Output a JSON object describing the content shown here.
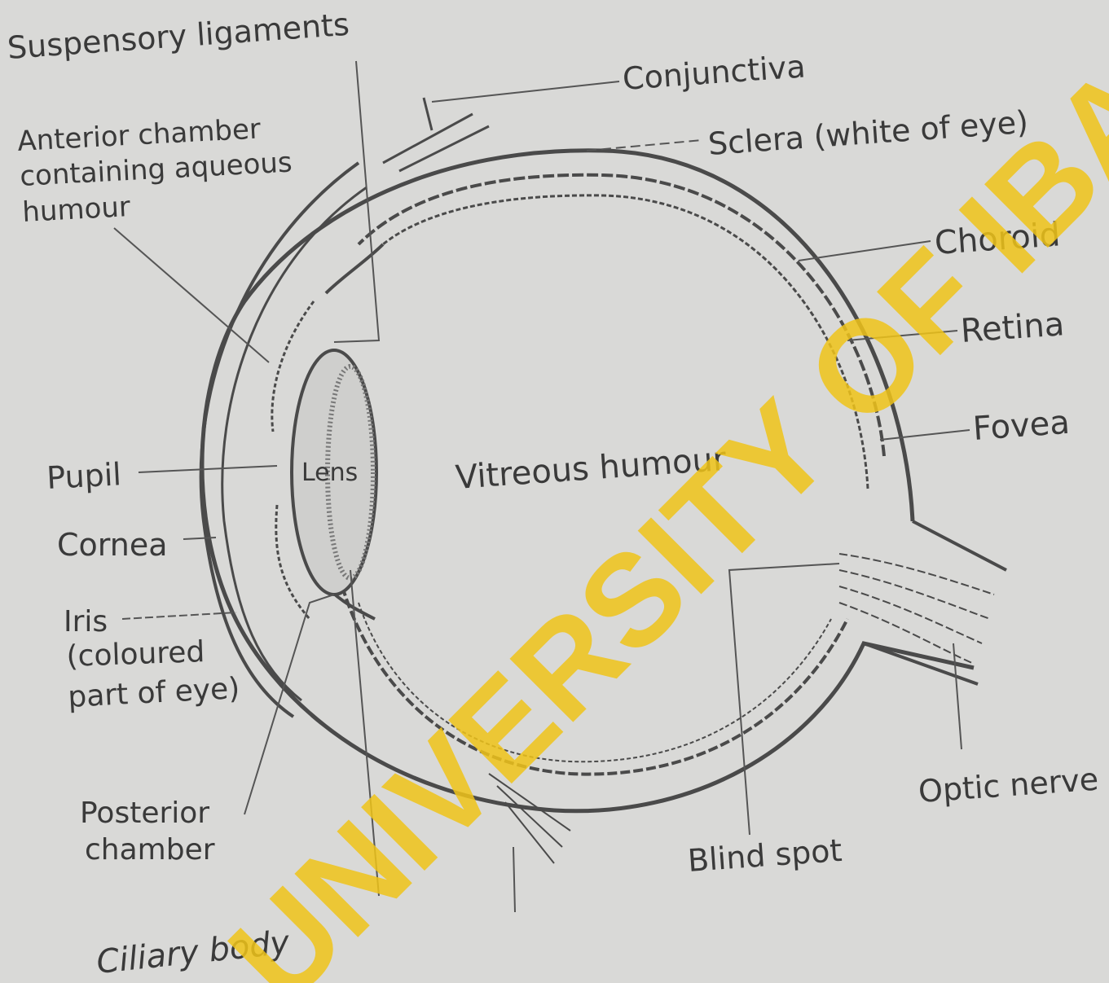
{
  "labels": {
    "suspensory_ligaments": "Suspensory ligaments",
    "conjunctiva": "Conjunctiva",
    "sclera": "Sclera (white of eye)",
    "anterior_chamber_l1": "Anterior chamber",
    "anterior_chamber_l2": "containing aqueous",
    "anterior_chamber_l3": "humour",
    "choroid": "Choroid",
    "retina": "Retina",
    "fovea": "Fovea",
    "pupil": "Pupil",
    "lens": "Lens",
    "vitreous": "Vitreous humour",
    "cornea": "Cornea",
    "iris_l1": "Iris",
    "iris_l2": "(coloured",
    "iris_l3": "part of eye)",
    "posterior_l1": "Posterior",
    "posterior_l2": "chamber",
    "blind_spot": "Blind spot",
    "optic_nerve": "Optic nerve",
    "ciliary_body": "Ciliary body"
  },
  "watermark": "UNIVERSITY OF IBADAN LIBRARY",
  "colors": {
    "background": "#d9d9d7",
    "ink": "#3a3a3a",
    "watermark": "#f0c419"
  }
}
